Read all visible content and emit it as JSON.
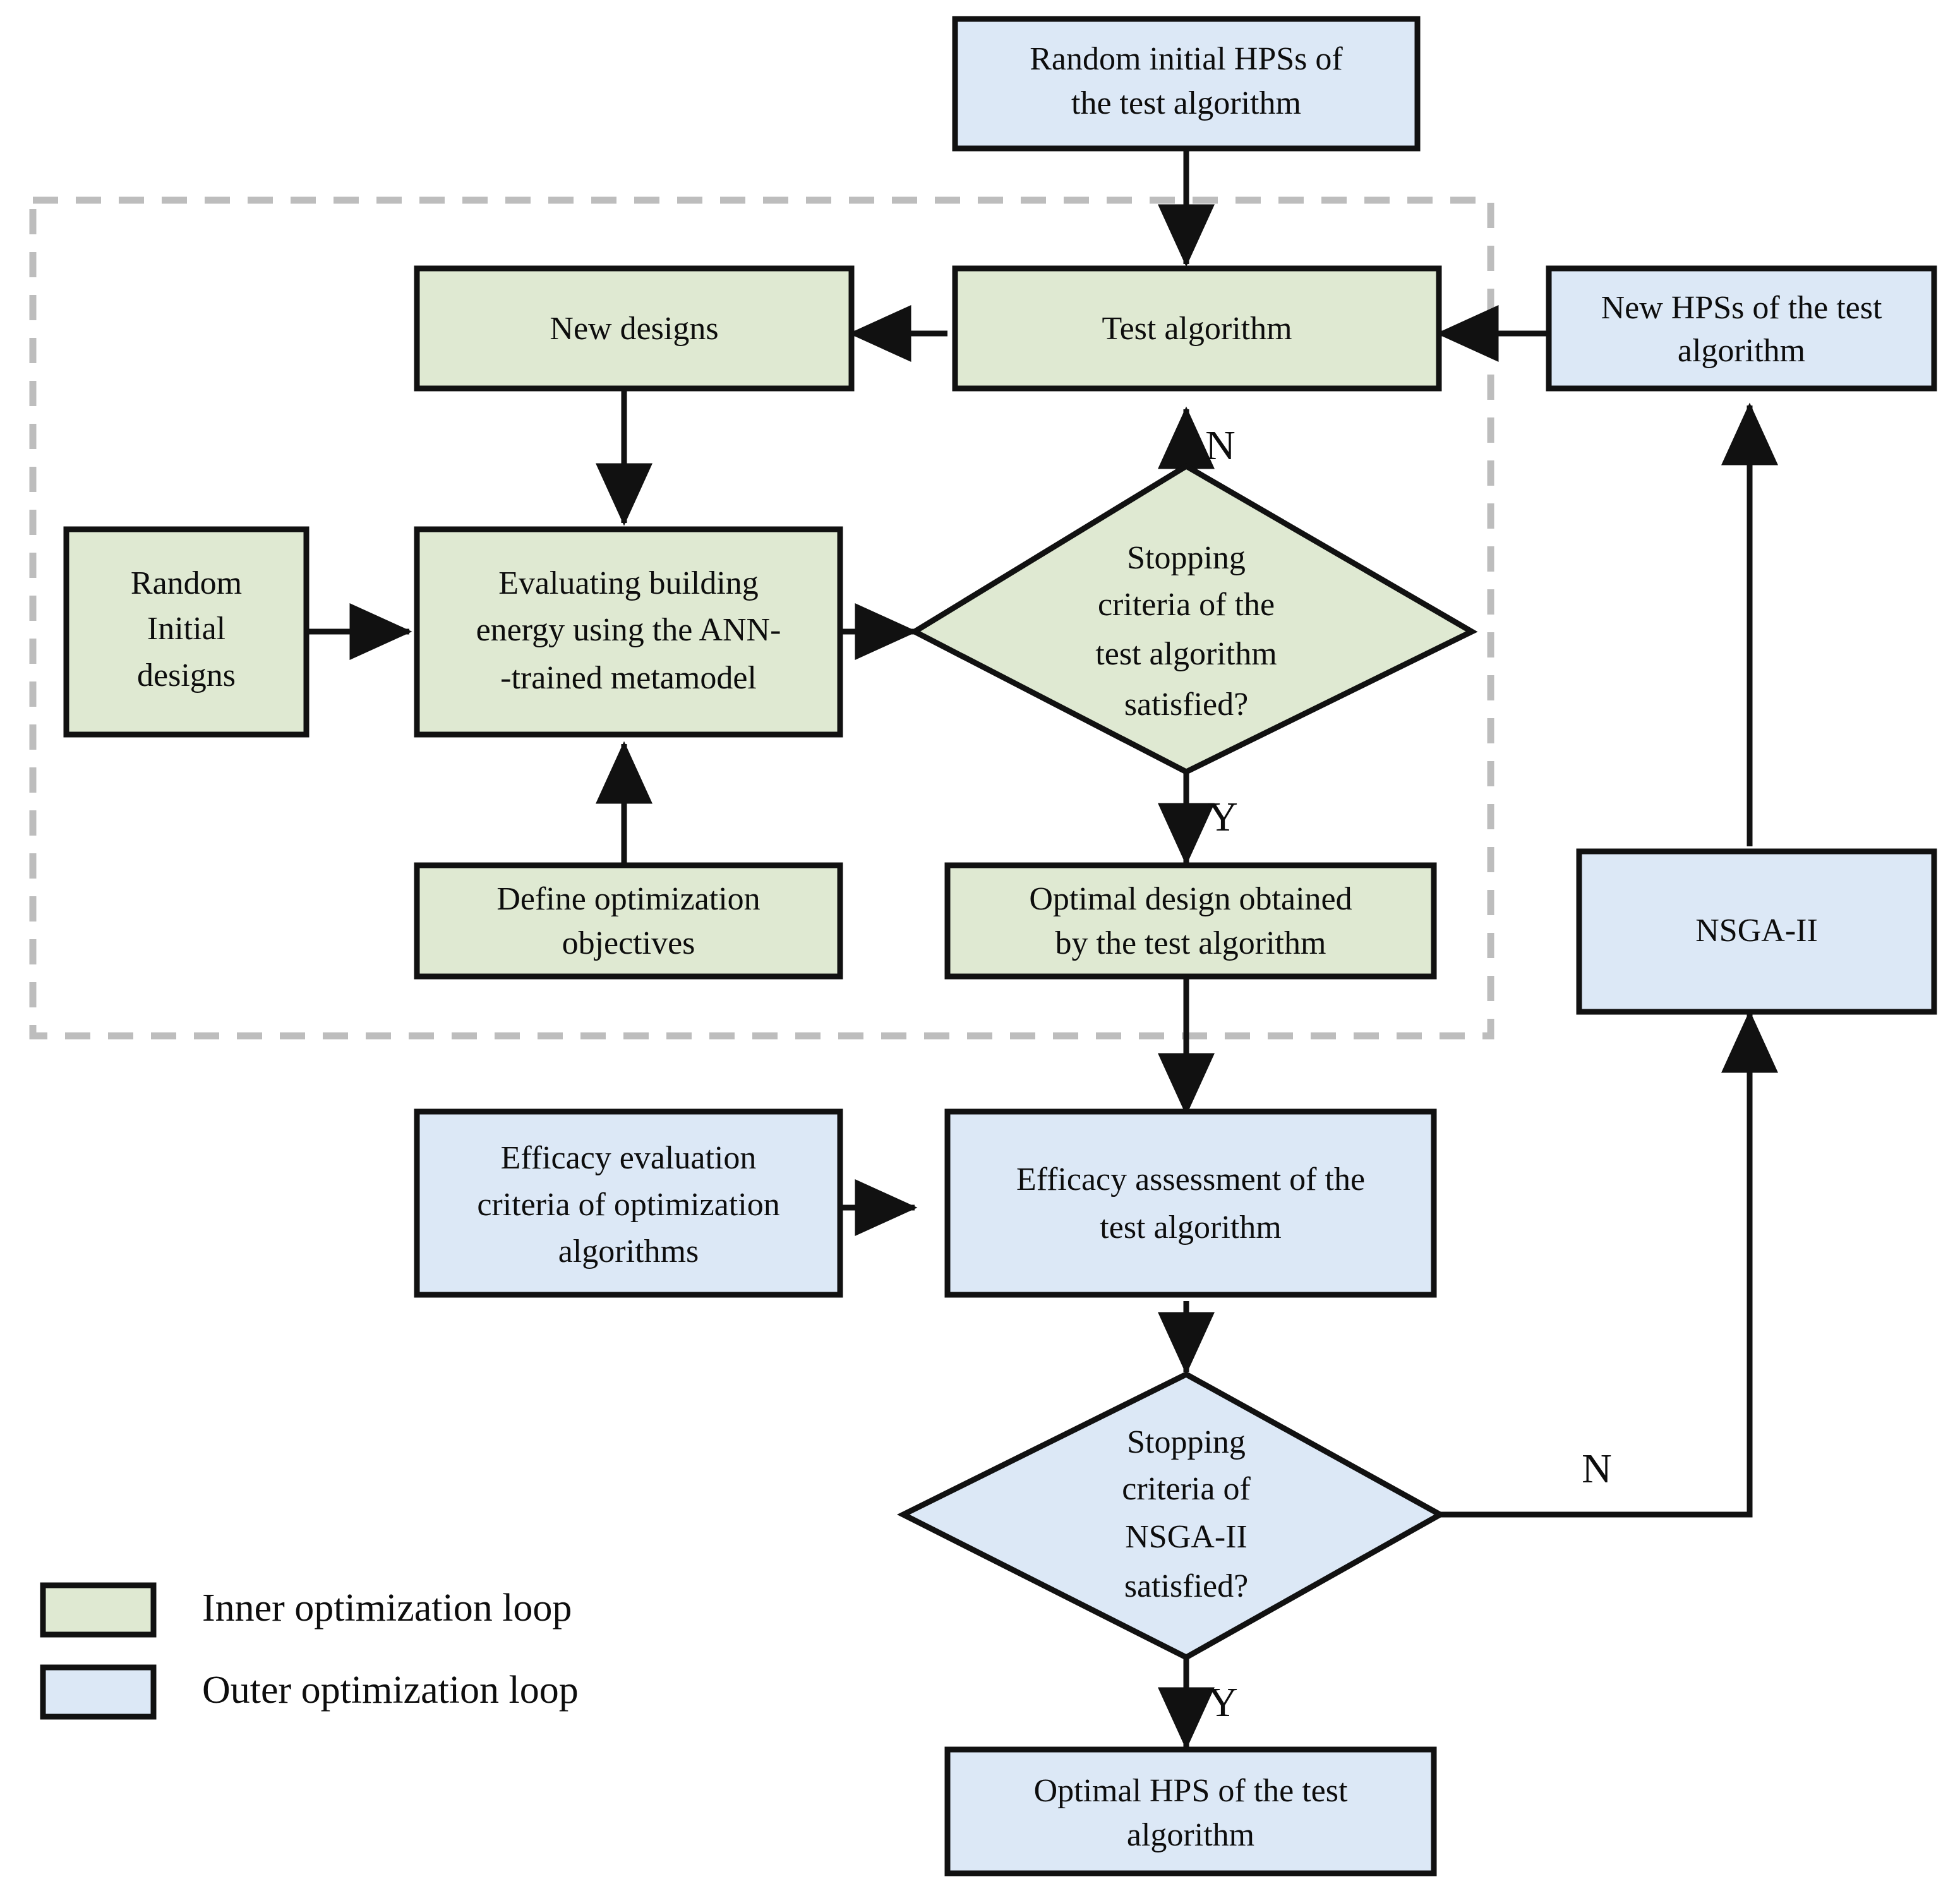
{
  "colors": {
    "inner_loop_fill": "#dfe9d2",
    "outer_loop_fill": "#dce8f6",
    "node_stroke": "#111111",
    "connector": "#111111",
    "dashed_boundary": "#bdbdbd",
    "background": "#ffffff"
  },
  "diagram": {
    "type": "flowchart",
    "nodes": [
      {
        "id": "random-initial-hpss",
        "shape": "rect",
        "group": "outer",
        "lines": [
          "Random initial HPSs of",
          "the test algorithm"
        ]
      },
      {
        "id": "new-designs",
        "shape": "rect",
        "group": "inner",
        "lines": [
          "New designs"
        ]
      },
      {
        "id": "test-algorithm",
        "shape": "rect",
        "group": "inner",
        "lines": [
          "Test algorithm"
        ]
      },
      {
        "id": "new-hpss-of-test-algorithm",
        "shape": "rect",
        "group": "outer",
        "lines": [
          "New HPSs of the test",
          "algorithm"
        ]
      },
      {
        "id": "random-initial-designs",
        "shape": "rect",
        "group": "inner",
        "lines": [
          "Random",
          "Initial",
          "designs"
        ]
      },
      {
        "id": "evaluating-building-energy",
        "shape": "rect",
        "group": "inner",
        "lines": [
          "Evaluating building",
          "energy using the ANN-",
          "-trained metamodel"
        ]
      },
      {
        "id": "stopping-criteria-test-algorithm",
        "shape": "diamond",
        "group": "inner",
        "lines": [
          "Stopping",
          "criteria of the",
          "test algorithm",
          "satisfied?"
        ]
      },
      {
        "id": "define-optimization-objectives",
        "shape": "rect",
        "group": "inner",
        "lines": [
          "Define optimization",
          "objectives"
        ]
      },
      {
        "id": "optimal-design-obtained",
        "shape": "rect",
        "group": "inner",
        "lines": [
          "Optimal design obtained",
          "by the test algorithm"
        ]
      },
      {
        "id": "nsga-ii",
        "shape": "rect",
        "group": "outer",
        "lines": [
          "NSGA-II"
        ]
      },
      {
        "id": "efficacy-evaluation-criteria",
        "shape": "rect",
        "group": "outer",
        "lines": [
          "Efficacy evaluation",
          "criteria of optimization",
          "algorithms"
        ]
      },
      {
        "id": "efficacy-assessment",
        "shape": "rect",
        "group": "outer",
        "lines": [
          "Efficacy assessment of the",
          "test algorithm"
        ]
      },
      {
        "id": "stopping-criteria-nsga",
        "shape": "diamond",
        "group": "outer",
        "lines": [
          "Stopping",
          "criteria of",
          "NSGA-II",
          "satisfied?"
        ]
      },
      {
        "id": "optimal-hps",
        "shape": "rect",
        "group": "outer",
        "lines": [
          "Optimal HPS of the test",
          "algorithm"
        ]
      }
    ],
    "branch_labels": {
      "inner_no": "N",
      "inner_yes": "Y",
      "outer_no": "N",
      "outer_yes": "Y"
    }
  },
  "legend": {
    "items": [
      {
        "label": "Inner optimization loop",
        "swatch": "inner"
      },
      {
        "label": "Outer optimization loop",
        "swatch": "outer"
      }
    ]
  }
}
